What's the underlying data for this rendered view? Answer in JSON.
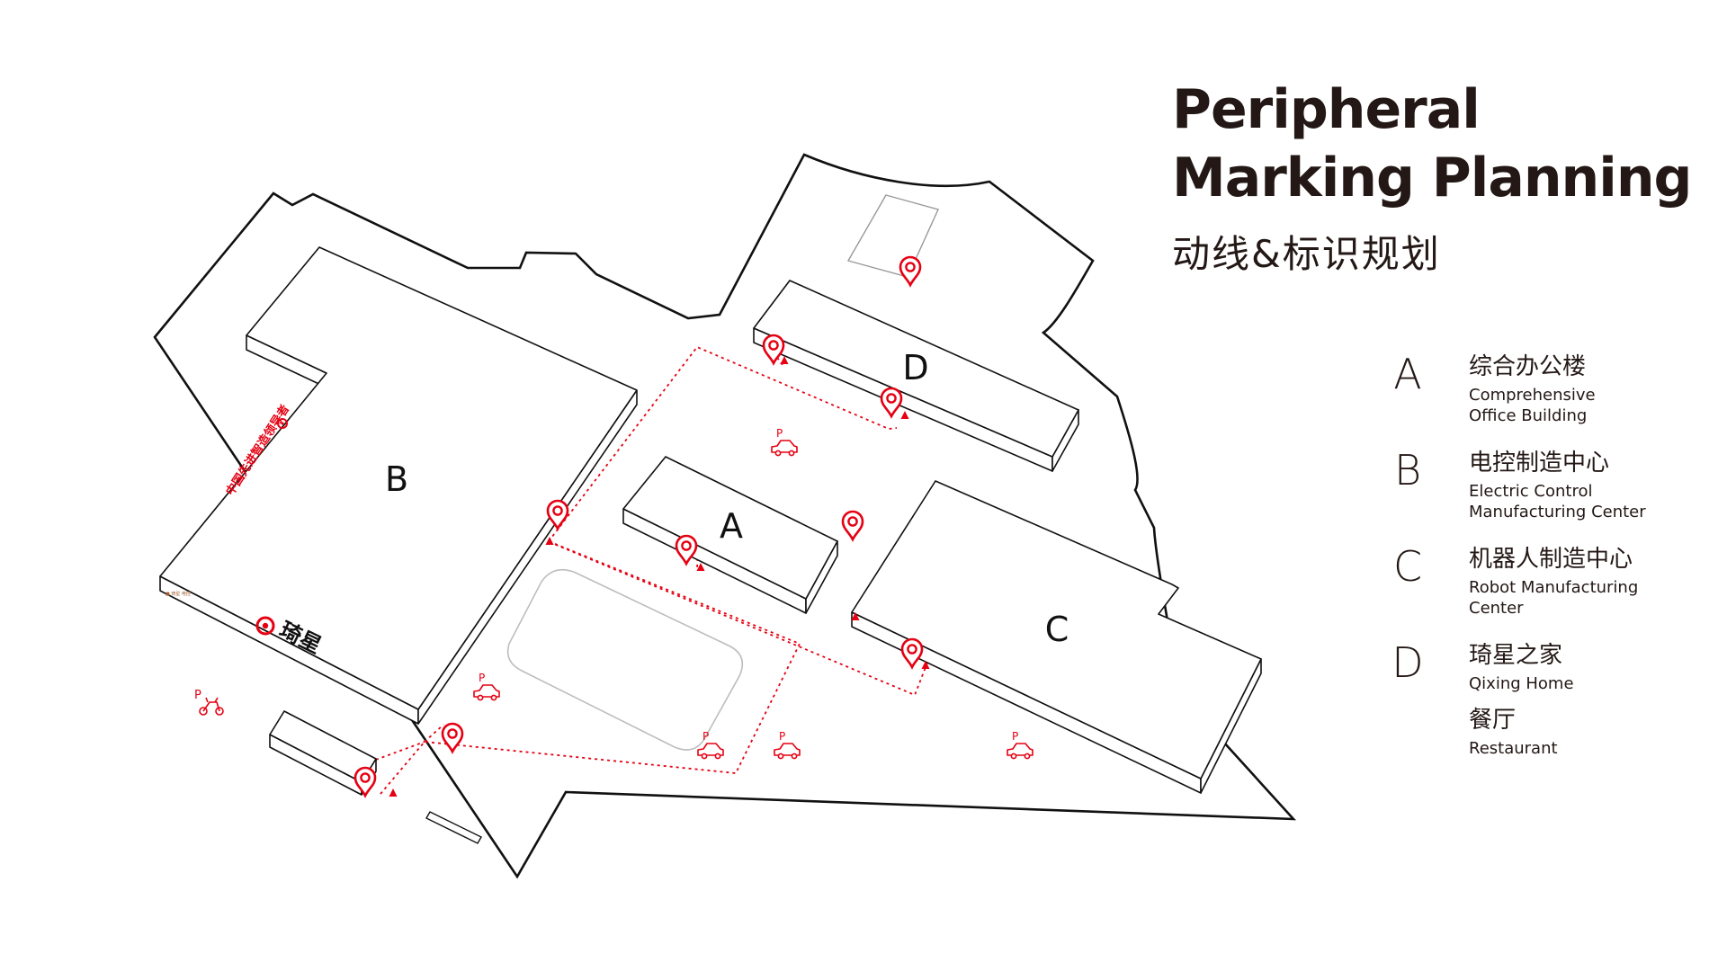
{
  "title": {
    "line1": "Peripheral",
    "line2": "Marking Planning",
    "subtitle_zh": "动线&标识规划"
  },
  "buildings": {
    "A": "A",
    "B": "B",
    "C": "C",
    "D": "D"
  },
  "map_text": {
    "brand": "琦星",
    "wall_slogan": "中国先进智造领导者",
    "parking": "P"
  },
  "legend": [
    {
      "letter": "A",
      "zh": "综合办公楼",
      "en_line1": "Comprehensive",
      "en_line2": "Office Building"
    },
    {
      "letter": "B",
      "zh": "电控制造中心",
      "en_line1": "Electric Control",
      "en_line2": "Manufacturing Center"
    },
    {
      "letter": "C",
      "zh": "机器人制造中心",
      "en_line1": "Robot Manufacturing",
      "en_line2": "Center"
    },
    {
      "letter": "D",
      "zh": "琦星之家",
      "en_line1": "Qixing Home",
      "en_line2": ""
    },
    {
      "letter": "",
      "zh": "餐厅",
      "en_line1": "Restaurant",
      "en_line2": ""
    }
  ],
  "colors": {
    "ink": "#231815",
    "accent_red": "#e60012",
    "track_gray": "#bdbdbd"
  },
  "icons": {
    "location_pin": "location-pin-icon",
    "car_parking": "car-parking-icon",
    "bike_parking": "bike-parking-icon",
    "entrance_arrow": "entrance-arrow-icon",
    "brand_logo": "brand-logo-icon"
  }
}
